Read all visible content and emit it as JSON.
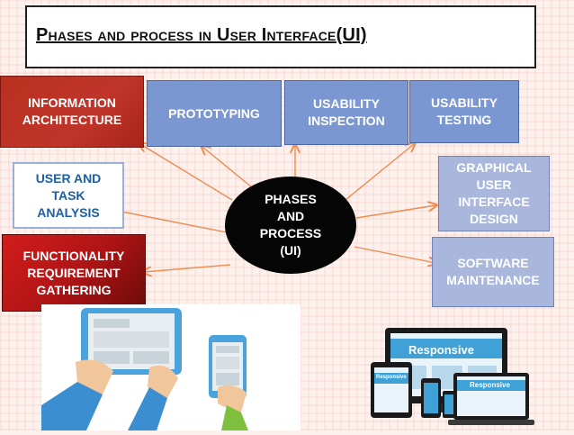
{
  "title": "Phases and process in User Interface(UI)",
  "center": "PHASES\nAND\nPROCESS\n(UI)",
  "nodes": {
    "information_architecture": "INFORMATION\nARCHITECTURE",
    "prototyping": "PROTOTYPING",
    "usability_inspection": "USABILITY\nINSPECTION",
    "usability_testing": "USABILITY\nTESTING",
    "user_task_analysis": "USER AND\nTASK\nANALYSIS",
    "gui_design": "GRAPHICAL\nUSER\nINTERFACE\nDESIGN",
    "functionality_requirement": "FUNCTIONALITY\nREQUIREMENT\nGATHERING",
    "software_maintenance": "SOFTWARE\nMAINTENANCE"
  },
  "responsive_image": {
    "main_label": "Responsive",
    "secondary_label": "Responsive",
    "tablet_label": "Responsive"
  },
  "colors": {
    "arrow": "#f08a4b",
    "red": "#b8301f",
    "blue": "#7b97d1",
    "lavender": "#aab7dd"
  }
}
